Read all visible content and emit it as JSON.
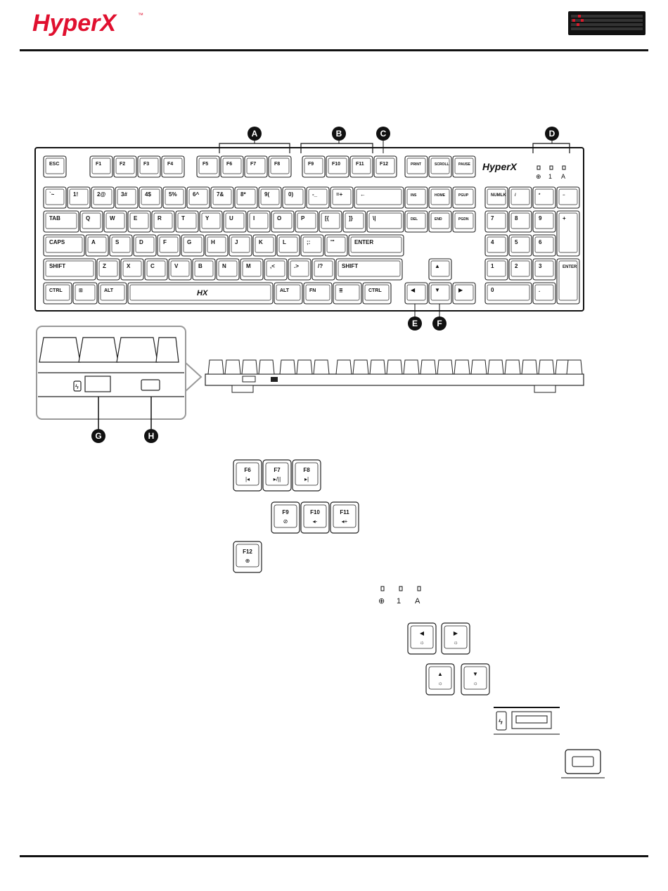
{
  "header": {
    "logo_text": "HyperX",
    "trademark": "™"
  },
  "callouts": {
    "A": "A",
    "B": "B",
    "C": "C",
    "D": "D",
    "E": "E",
    "F": "F",
    "G": "G",
    "H": "H"
  },
  "keyboard": {
    "brand_text": "HyperX",
    "led_labels": [
      "⊕",
      "1",
      "A"
    ],
    "rows": {
      "fn": [
        "ESC",
        "F1",
        "F2",
        "F3",
        "F4",
        "F5",
        "F6",
        "F7",
        "F8",
        "F9",
        "F10",
        "F11",
        "F12"
      ],
      "nav_top": [
        "PRINT SCREEN",
        "SCROLL LOCK",
        "PAUSE BREAK"
      ],
      "num": [
        "`~",
        "1!",
        "2@",
        "3#",
        "4$",
        "5%",
        "6^",
        "7&",
        "8*",
        "9(",
        "0)",
        "-_",
        "=+",
        "←"
      ],
      "nav_mid": [
        "INS",
        "HOME",
        "PGUP"
      ],
      "pad_top": [
        "NUMLK",
        "/",
        "*",
        "−"
      ],
      "tab": [
        "TAB",
        "Q",
        "W",
        "E",
        "R",
        "T",
        "Y",
        "U",
        "I",
        "O",
        "P",
        "[{",
        "]}",
        "\\|"
      ],
      "nav_bot": [
        "DEL",
        "END",
        "PGDN"
      ],
      "pad_mid": [
        "7",
        "8",
        "9",
        "+"
      ],
      "caps": [
        "CAPS",
        "A",
        "S",
        "D",
        "F",
        "G",
        "H",
        "J",
        "K",
        "L",
        ";:",
        "'\"",
        "ENTER"
      ],
      "pad_low": [
        "4",
        "5",
        "6"
      ],
      "shift": [
        "SHIFT",
        "Z",
        "X",
        "C",
        "V",
        "B",
        "N",
        "M",
        ",<",
        ".>",
        "/?",
        "SHIFT"
      ],
      "pad_bot": [
        "1",
        "2",
        "3",
        "ENTER"
      ],
      "bottom": [
        "CTRL",
        "⊞",
        "ALT",
        "",
        "ALT",
        "FN",
        "≣",
        "CTRL"
      ],
      "pad_zero": [
        "0",
        "."
      ]
    }
  },
  "legend": {
    "media_keys": [
      "F6",
      "F7",
      "F8"
    ],
    "media_icons": [
      "|◂",
      "▸/||",
      "▸|"
    ],
    "volume_keys": [
      "F9",
      "F10",
      "F11"
    ],
    "volume_icons": [
      "⊘",
      "◂-",
      "◂+"
    ],
    "game_key": "F12",
    "game_icon": "⊕",
    "leds": [
      "⊕",
      "1",
      "A"
    ],
    "brightness_lr": [
      "◀",
      "▶"
    ],
    "brightness_ud": [
      "▲",
      "▼"
    ]
  }
}
